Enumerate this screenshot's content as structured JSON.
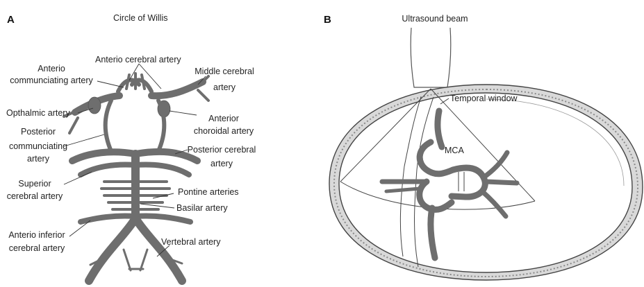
{
  "panel_a": {
    "letter": "A",
    "title": "Circle of Willis",
    "labels": {
      "anterior_cerebral": "Anterio cerebral artery",
      "anterior_communicating_1": "Anterio",
      "anterior_communicating_2": "communciating artery",
      "middle_cerebral_1": "Middle cerebral",
      "middle_cerebral_2": "artery",
      "ophthalmic": "Opthalmic artery",
      "anterior_choroidal_1": "Anterior",
      "anterior_choroidal_2": "choroidal artery",
      "posterior_communicating_1": "Posterior",
      "posterior_communicating_2": "communciating",
      "posterior_communicating_3": "artery",
      "posterior_cerebral_1": "Posterior cerebral",
      "posterior_cerebral_2": "artery",
      "superior_cerebral_1": "Superior",
      "superior_cerebral_2": "cerebral artery",
      "pontine": "Pontine arteries",
      "basilar": "Basilar artery",
      "anterior_inferior_1": "Anterio inferior",
      "anterior_inferior_2": "cerebral artery",
      "vertebral": "Vertebral artery"
    }
  },
  "panel_b": {
    "letter": "B",
    "labels": {
      "ultrasound_beam": "Ultrasound beam",
      "temporal_window": "Temporal window",
      "mca": "MCA"
    }
  }
}
